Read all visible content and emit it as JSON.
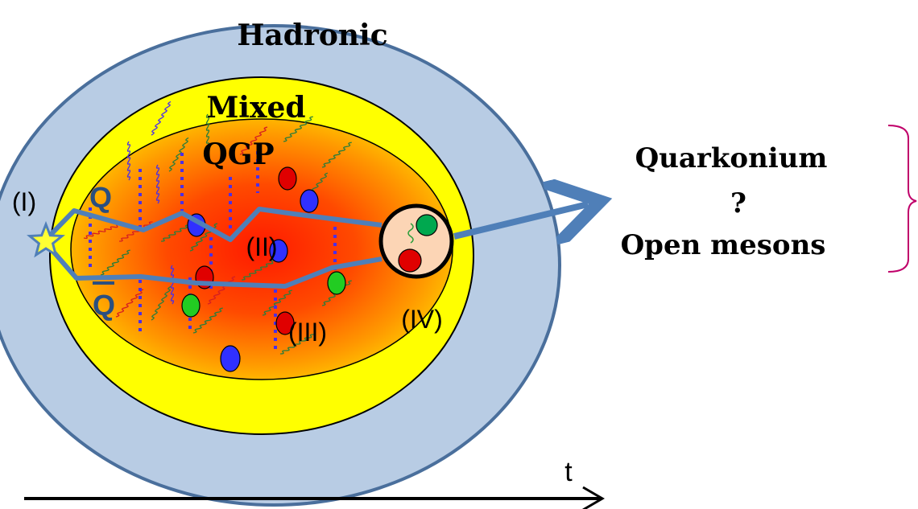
{
  "regions": {
    "hadronic": "Hadronic",
    "mixed": "Mixed",
    "qgp": "QGP"
  },
  "quarks": {
    "quark": "Q",
    "antiquark": "Q"
  },
  "stages": {
    "stage1": "(I)",
    "stage2": "(II)",
    "stage3": "(III)",
    "stage4": "(IV)"
  },
  "outcomes": {
    "quarkonium": "Quarkonium",
    "question": "?",
    "open_mesons": "Open mesons"
  },
  "time_axis": {
    "label": "t"
  },
  "colors": {
    "hadronic_fill": "#b8cce4",
    "hadronic_stroke": "#4a6f9c",
    "mixed_fill": "#ffff00",
    "qgp_hot": "#ff1a00",
    "qgp_edge": "#ffcc00",
    "trajectory": "#4f7fb8",
    "bracket": "#c0006a",
    "star": "#ffff33",
    "gluon_line": "#4b2ee6"
  },
  "icons": {
    "start_marker": "star-icon",
    "bound_state": "quarkonium-bound-state-icon"
  }
}
